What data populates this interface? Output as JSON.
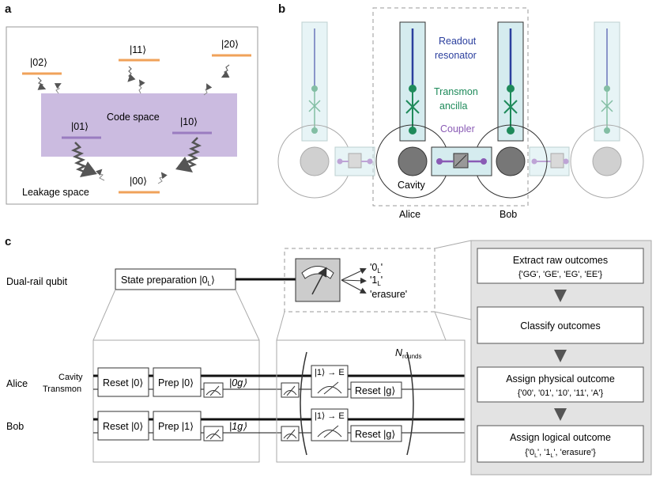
{
  "panel_a": {
    "label": "a",
    "code_space": "Code space",
    "leakage_space": "Leakage space",
    "states": {
      "s02": "|02⟩",
      "s11": "|11⟩",
      "s20": "|20⟩",
      "s01": "|01⟩",
      "s10": "|10⟩",
      "s00": "|00⟩"
    },
    "colors": {
      "code_space": "#cbbbe0",
      "orange_level": "#f0a25a",
      "purple_level": "#9a7cc0"
    }
  },
  "panel_b": {
    "label": "b",
    "readout_resonator": "Readout\nresonator",
    "readout_line1": "Readout",
    "readout_line2": "resonator",
    "transmon_line1": "Transmon",
    "transmon_line2": "ancilla",
    "coupler": "Coupler",
    "cavity": "Cavity",
    "alice": "Alice",
    "bob": "Bob",
    "colors": {
      "readout": "#2b3f9e",
      "transmon": "#1e8a5a",
      "coupler": "#8a5bb5",
      "box_fill": "#d5ecef"
    }
  },
  "panel_c": {
    "label": "c",
    "dual_rail_qubit": "Dual-rail qubit",
    "state_prep": "State preparation |0",
    "state_prep_sub": "L",
    "state_prep_end": "⟩",
    "outcomes": [
      "'0",
      "'1",
      "'erasure'"
    ],
    "outcome_subs": [
      "L",
      "L"
    ],
    "alice": "Alice",
    "bob": "Bob",
    "cavity": "Cavity",
    "transmon": "Transmon",
    "reset0": "Reset |0⟩",
    "prep0": "Prep |0⟩",
    "prep1": "Prep |1⟩",
    "alice_out": "|0g⟩",
    "bob_out": "|1g⟩",
    "erasure_gate": "|1⟩ → E",
    "reset_g": "Reset |g⟩",
    "n_rounds": "N",
    "n_rounds_sub": "rounds",
    "flow": [
      {
        "title": "Extract raw outcomes",
        "sub": "{'GG', 'GE', 'EG', 'EE'}"
      },
      {
        "title": "Classify outcomes",
        "sub": ""
      },
      {
        "title": "Assign physical outcome",
        "sub": "{'00', '01', '10', '11', 'A'}"
      },
      {
        "title": "Assign logical outcome",
        "sub": "{'0L', '1L', 'erasure'}"
      }
    ],
    "flow_logical_parts": [
      "{'0",
      "L",
      "', '1",
      "L",
      "', 'erasure'}"
    ]
  }
}
